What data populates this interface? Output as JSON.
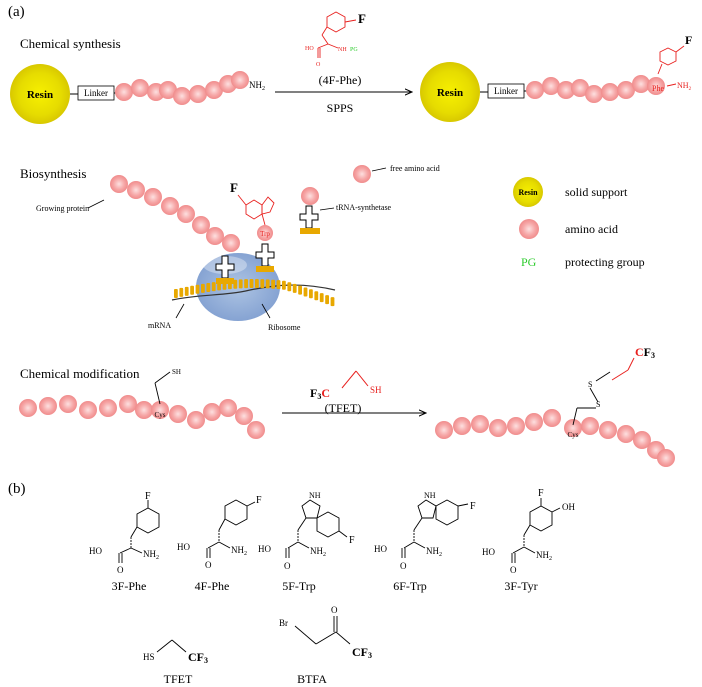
{
  "panel_a_label": "(a)",
  "panel_b_label": "(b)",
  "chemical_synthesis": {
    "title": "Chemical synthesis",
    "resin": "Resin",
    "linker": "Linker",
    "nh2": "NH",
    "nh2_sub": "2",
    "reagent_fluorine": "F",
    "reagent_ho": "HO",
    "reagent_o": "O",
    "reagent_nh": "NH",
    "reagent_pg": "PG",
    "reagent_name": "(4F-Phe)",
    "method": "SPPS",
    "phe_label": "Phe",
    "product_nh2": "NH",
    "product_nh2_sub": "2",
    "product_f": "F"
  },
  "biosynthesis": {
    "title": "Biosynthesis",
    "growing_protein": "Growing protein",
    "free_amino_acid": "free amino acid",
    "trna_synthetase": "tRNA-synthetase",
    "trp_label": "Trp",
    "trp_f": "F",
    "mrna": "mRNA",
    "ribosome": "Ribosome"
  },
  "legend": {
    "resin": "Resin",
    "solid_support": "solid support",
    "amino_acid": "amino acid",
    "pg": "PG",
    "protecting_group": "protecting group"
  },
  "chemical_modification": {
    "title": "Chemical modification",
    "sh": "SH",
    "cys": "Cys",
    "reagent_f3c": "F",
    "reagent_f3c_sub": "3",
    "reagent_c": "C",
    "reagent_sh": "SH",
    "reagent_name": "(TFET)",
    "product_s1": "S",
    "product_s2": "S",
    "product_c": "C",
    "product_f3": "F",
    "product_f3_sub": "3",
    "product_cys": "Cys"
  },
  "molecules": [
    {
      "name": "3F-Phe",
      "f": "F",
      "ho": "HO",
      "o": "O",
      "nh2": "NH",
      "nh2_sub": "2"
    },
    {
      "name": "4F-Phe",
      "f": "F",
      "ho": "HO",
      "o": "O",
      "nh2": "NH",
      "nh2_sub": "2"
    },
    {
      "name": "5F-Trp",
      "f": "F",
      "ho": "HO",
      "o": "O",
      "nh2": "NH",
      "nh2_sub": "2",
      "nh": "NH"
    },
    {
      "name": "6F-Trp",
      "f": "F",
      "ho": "HO",
      "o": "O",
      "nh2": "NH",
      "nh2_sub": "2",
      "nh": "NH"
    },
    {
      "name": "3F-Tyr",
      "f": "F",
      "oh": "OH",
      "ho": "HO",
      "o": "O",
      "nh2": "NH",
      "nh2_sub": "2"
    }
  ],
  "tfet": {
    "name": "TFET",
    "hs": "HS",
    "cf": "CF",
    "cf_sub": "3"
  },
  "btfa": {
    "name": "BTFA",
    "br": "Br",
    "o": "O",
    "cf": "CF",
    "cf_sub": "3"
  },
  "colors": {
    "bead": "#f5a3a3",
    "bead_center": "#fcd5d5",
    "resin": "#e8e000",
    "red": "#e8201e",
    "green": "#2ecc2e",
    "ribosome": "#8aaad4",
    "yellow_teeth": "#e8a800"
  }
}
